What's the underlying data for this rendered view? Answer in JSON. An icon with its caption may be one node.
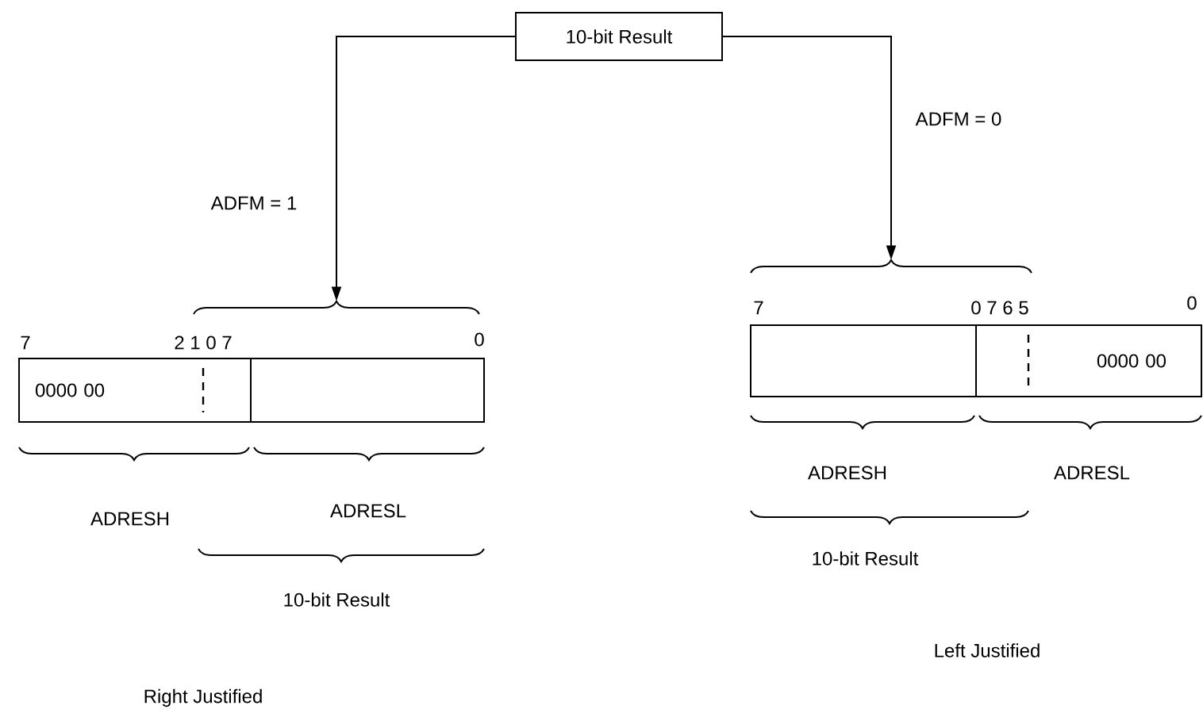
{
  "diagram": {
    "nodes": [
      {
        "text": [
          "10-bit Result"
        ]
      },
      {
        "text": [],
        "shape": "brace"
      },
      {
        "text": [
          "0000 00"
        ]
      },
      {
        "text": [],
        "shape": "box"
      },
      {
        "text": [],
        "shape": "brace"
      },
      {
        "text": [],
        "shape": "box"
      },
      {
        "text": [
          "0000 00"
        ]
      }
    ],
    "edges": [
      {
        "from": 0,
        "to": 1,
        "arrow": "to",
        "label": "ADFM = 1"
      },
      {
        "from": 0,
        "to": 4,
        "arrow": "to",
        "label": "ADFM = 0"
      }
    ],
    "labels": [
      "7",
      "2 1 0 7",
      "0",
      "ADRESH",
      "ADRESL",
      "10-bit Result",
      "Right Justified",
      "7",
      "0 7 6 5",
      "0",
      "ADRESH",
      "ADRESL",
      "10-bit Result",
      "Left Justified"
    ]
  }
}
